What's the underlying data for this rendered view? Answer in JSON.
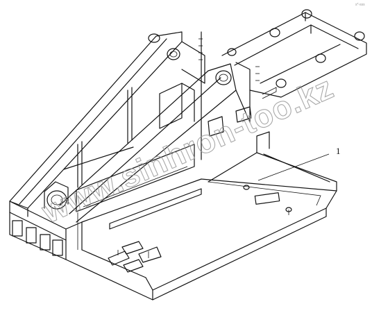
{
  "drawing": {
    "callouts": [
      {
        "label": "1",
        "part": "base-frame"
      }
    ],
    "watermark": "www.sinhron-too.kz",
    "corner_mark": "s*-sss"
  }
}
